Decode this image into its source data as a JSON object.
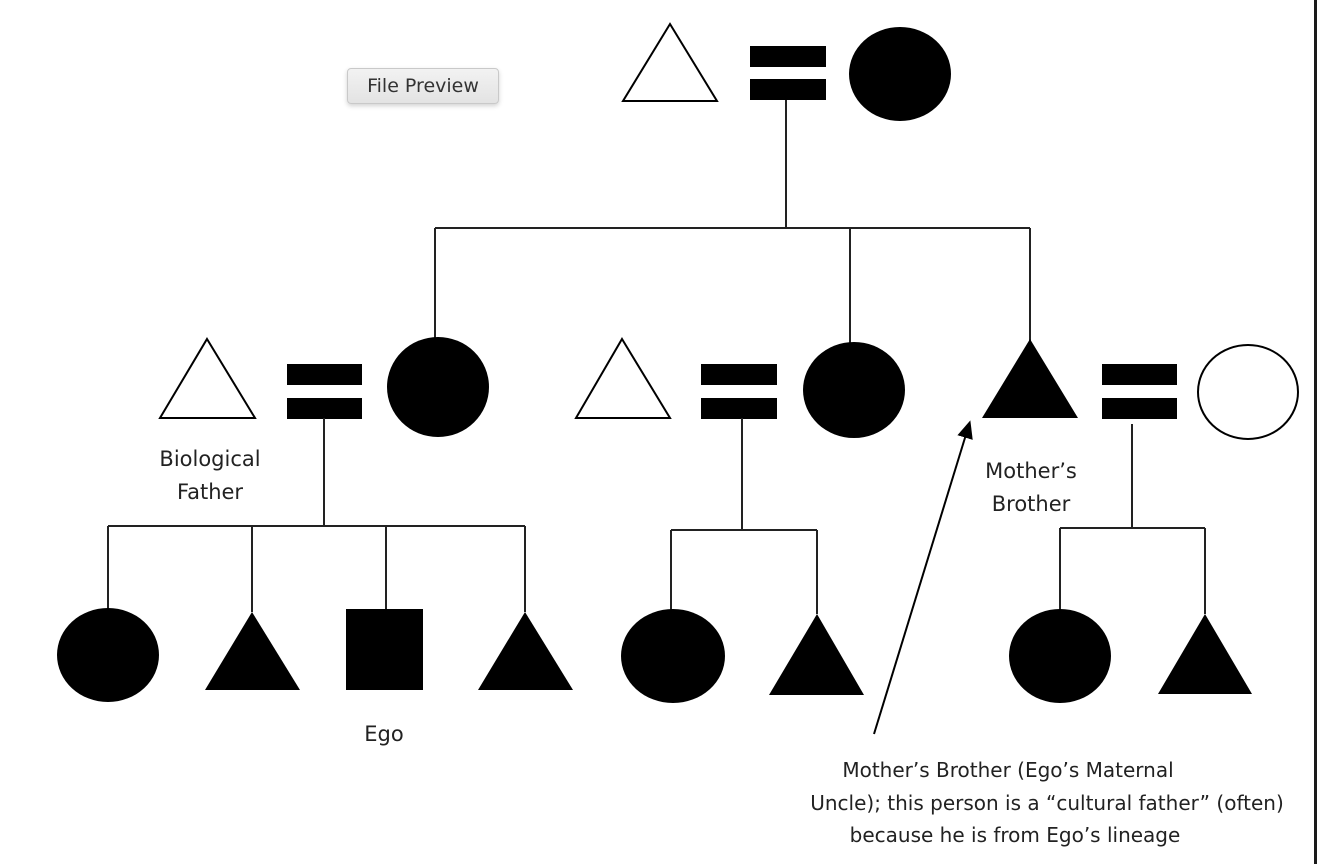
{
  "toolbar": {
    "preview_label": "File Preview"
  },
  "labels": {
    "biological_father_line1": "Biological",
    "biological_father_line2": "Father",
    "ego": "Ego",
    "mothers_brother_line1": "Mother’s",
    "mothers_brother_line2": "Brother",
    "annotation_line1": "Mother’s Brother (Ego’s Maternal",
    "annotation_line2": "Uncle); this person is a “cultural father” (often)",
    "annotation_line3": "because he is from Ego’s lineage"
  },
  "legend_semantics": {
    "triangle": "male",
    "circle": "female",
    "square": "ego",
    "double_bar": "marriage",
    "filled": "same lineage as Ego",
    "outline": "different lineage"
  },
  "colors": {
    "filled": "#000000",
    "outline": "#000000",
    "background": "#ffffff",
    "line": "#222222"
  }
}
